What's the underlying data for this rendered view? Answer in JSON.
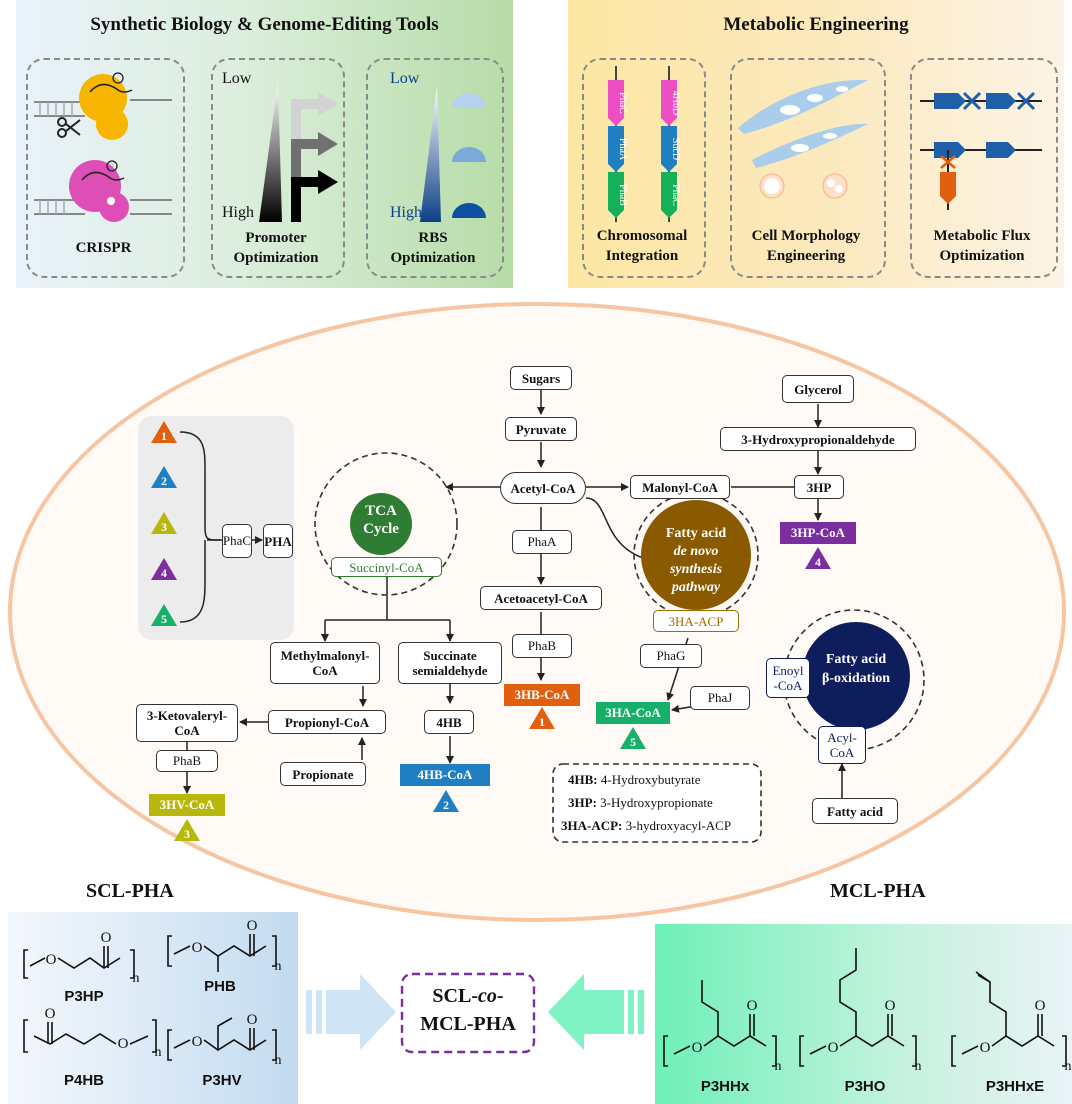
{
  "panels": {
    "synbio": {
      "title": "Synthetic Biology & Genome-Editing Tools",
      "crispr": "CRISPR",
      "promoter": {
        "label_line1": "Promoter",
        "label_line2": "Optimization",
        "low": "Low",
        "high": "High"
      },
      "rbs": {
        "label_line1": "RBS",
        "label_line2": "Optimization",
        "low": "Low",
        "high": "High"
      }
    },
    "metabolic": {
      "title": "Metabolic Engineering",
      "chromosomal": {
        "label_line1": "Chromosomal",
        "label_line2": "Integration",
        "genes_left": [
          "PhaC",
          "PhaA",
          "PhaB"
        ],
        "genes_right": [
          "4HbD",
          "SucD",
          "PhaC"
        ]
      },
      "morphology": {
        "label_line1": "Cell Morphology",
        "label_line2": "Engineering"
      },
      "flux": {
        "label_line1": "Metabolic Flux",
        "label_line2": "Optimization"
      }
    }
  },
  "pathway": {
    "sugars": "Sugars",
    "pyruvate": "Pyruvate",
    "acetyl_coa": "Acetyl-CoA",
    "malonyl_coa": "Malonyl-CoA",
    "glycerol": "Glycerol",
    "hpa": "3-Hydroxypropionaldehyde",
    "hp3": "3HP",
    "hp3_coa": "3HP-CoA",
    "tca_line1": "TCA",
    "tca_line2": "Cycle",
    "succinyl_coa": "Succinyl-CoA",
    "phaA": "PhaA",
    "acetoacetyl_coa": "Acetoacetyl-CoA",
    "phaB_1": "PhaB",
    "hb3_coa": "3HB-CoA",
    "fa_denovo_line1": "Fatty acid",
    "fa_denovo_line2": "de novo",
    "fa_denovo_line3": "synthesis",
    "fa_denovo_line4": "pathway",
    "ha3_acp": "3HA-ACP",
    "phaG": "PhaG",
    "phaJ": "PhaJ",
    "ha3_coa": "3HA-CoA",
    "fa_beta_line1": "Fatty acid",
    "fa_beta_line2": "β-oxidation",
    "enoyl_coa_line1": "Enoyl",
    "enoyl_coa_line2": "-CoA",
    "acyl_coa_line1": "Acyl-",
    "acyl_coa_line2": "CoA",
    "fatty_acid": "Fatty acid",
    "methylmalonyl_line1": "Methylmalonyl-",
    "methylmalonyl_line2": "CoA",
    "succinate_sa_line1": "Succinate",
    "succinate_sa_line2": "semialdehyde",
    "hb4": "4HB",
    "hb4_coa": "4HB-CoA",
    "propionyl_coa": "Propionyl-CoA",
    "ketovaleryl_line1": "3-Ketovaleryl-",
    "ketovaleryl_line2": "CoA",
    "phaB_2": "PhaB",
    "hv3_coa": "3HV-CoA",
    "propionate": "Propionate",
    "phaC": "PhaC",
    "pha": "PHA",
    "triangles": [
      "1",
      "2",
      "3",
      "4",
      "5"
    ],
    "legend": [
      {
        "abbr": "4HB:",
        "desc": "4-Hydroxybutyrate"
      },
      {
        "abbr": "3HP:",
        "desc": "3-Hydroxypropionate"
      },
      {
        "abbr": "3HA-ACP:",
        "desc": "3-hydroxyacyl-ACP"
      }
    ]
  },
  "bottom": {
    "scl_title": "SCL-PHA",
    "mcl_title": "MCL-PHA",
    "scl_polymers": [
      "P3HP",
      "PHB",
      "P4HB",
      "P3HV"
    ],
    "mcl_polymers": [
      "P3HHx",
      "P3HO",
      "P3HHxE"
    ],
    "center_line1_a": "SCL-",
    "center_line1_b": "co",
    "center_line1_c": "-",
    "center_line2": "MCL-PHA",
    "subscript": "n",
    "carbonyl_o": "O"
  },
  "colors": {
    "orange": "#e0600f",
    "blue": "#1f7fc2",
    "olive": "#b8b80c",
    "purple": "#7b2ea0",
    "green": "#16b06a",
    "tca_green": "#2e7d32",
    "brown": "#8a5a00",
    "navy": "#0e1d5c"
  }
}
